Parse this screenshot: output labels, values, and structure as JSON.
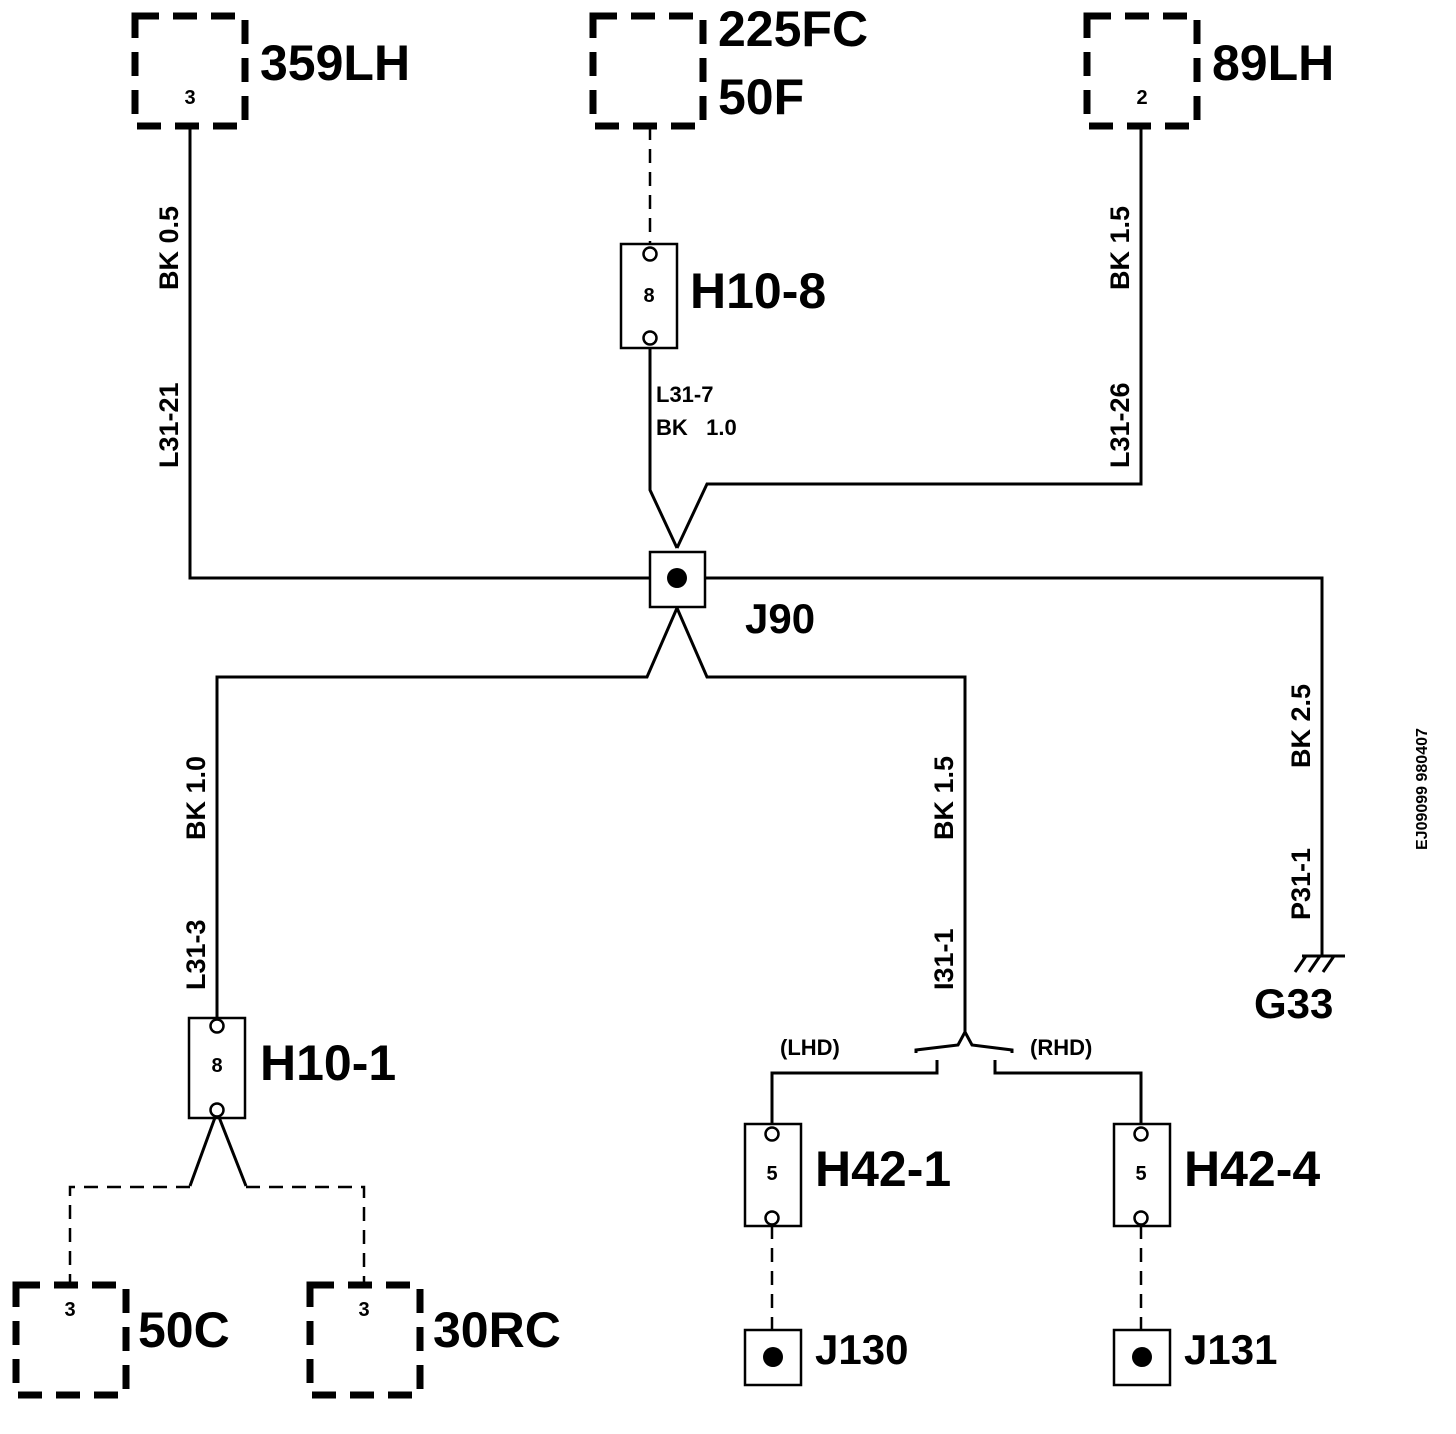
{
  "components": {
    "c359lh": {
      "label": "359LH",
      "pin": "3"
    },
    "c225fc": {
      "label1": "225FC",
      "label2": "50F"
    },
    "c89lh": {
      "label": "89LH",
      "pin": "2"
    },
    "c50c": {
      "label": "50C",
      "pin": "3"
    },
    "c30rc": {
      "label": "30RC",
      "pin": "3"
    }
  },
  "connectors": {
    "h10_8": {
      "label": "H10-8",
      "pin": "8"
    },
    "h10_1": {
      "label": "H10-1",
      "pin": "8"
    },
    "h42_1": {
      "label": "H42-1",
      "pin": "5"
    },
    "h42_4": {
      "label": "H42-4",
      "pin": "5"
    }
  },
  "splices": {
    "j90": "J90",
    "j130": "J130",
    "j131": "J131"
  },
  "ground": {
    "label": "G33"
  },
  "wires": {
    "w_359": {
      "code": "L31-21",
      "spec": "BK 0.5"
    },
    "w_89": {
      "code": "L31-26",
      "spec": "BK 1.5"
    },
    "w_h108": {
      "code": "L31-7",
      "spec": "BK   1.0"
    },
    "w_h101": {
      "code": "L31-3",
      "spec": "BK 1.0"
    },
    "w_i31": {
      "code": "I31-1",
      "spec": "BK 1.5"
    },
    "w_g33": {
      "code": "P31-1",
      "spec": "BK 2.5"
    }
  },
  "options": {
    "lhd": "(LHD)",
    "rhd": "(RHD)"
  },
  "doc_id": "EJ09099 980407"
}
